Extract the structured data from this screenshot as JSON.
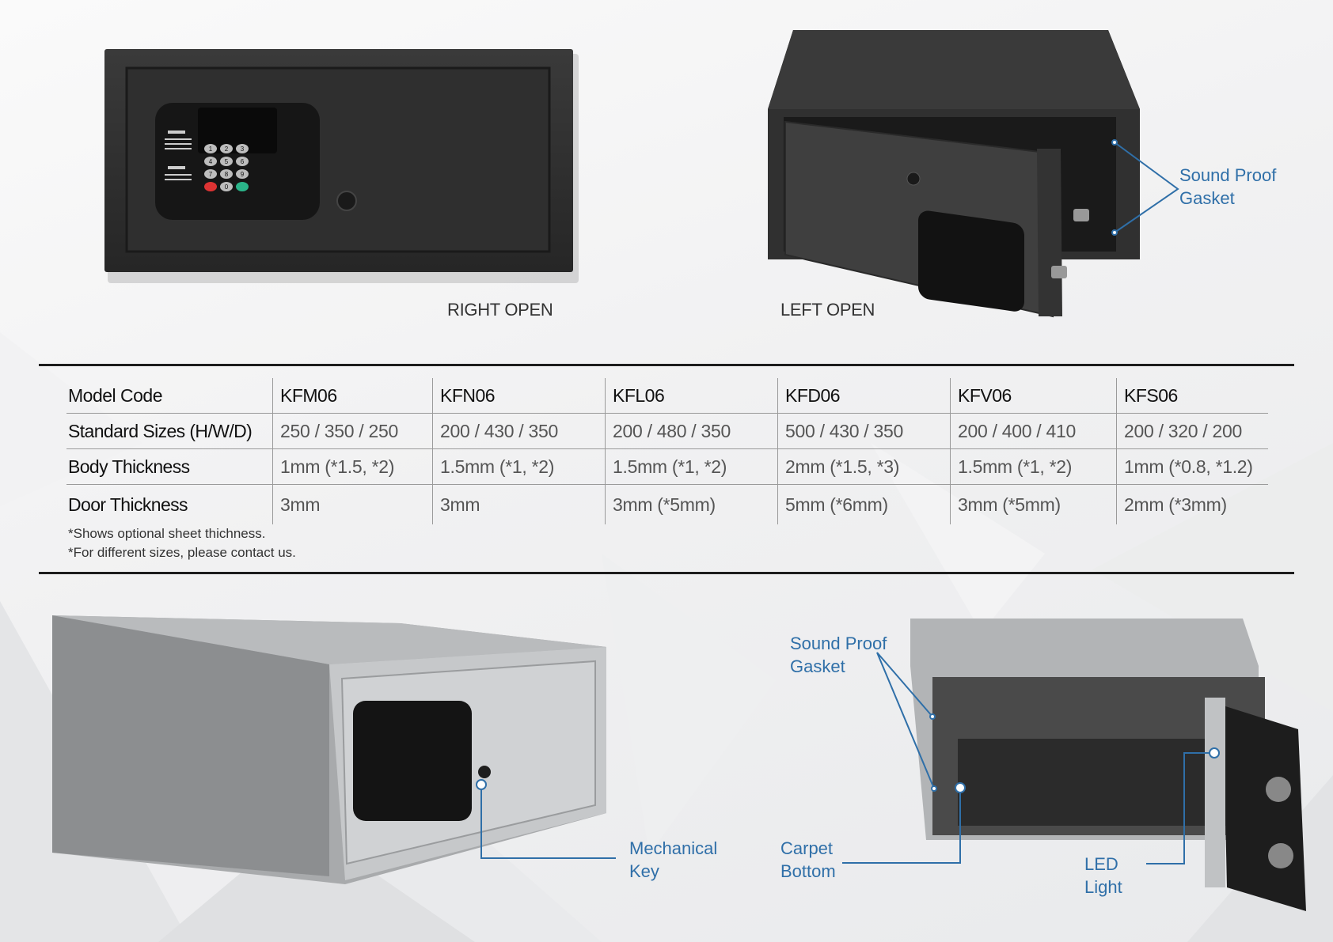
{
  "captions": {
    "right_open": "RIGHT OPEN",
    "left_open": "LEFT OPEN"
  },
  "callouts": {
    "sound_proof_top": [
      "Sound Proof",
      "Gasket"
    ],
    "sound_proof_bottom": [
      "Sound Proof",
      "Gasket"
    ],
    "mechanical_key": [
      "Mechanical",
      "Key"
    ],
    "carpet_bottom": [
      "Carpet",
      "Bottom"
    ],
    "led_light": [
      "LED",
      "Light"
    ]
  },
  "table": {
    "rows": [
      {
        "label": "Model Code",
        "cells": [
          "KFM06",
          "KFN06",
          "KFL06",
          "KFD06",
          "KFV06",
          "KFS06"
        ]
      },
      {
        "label": "Standard Sizes (H/W/D)",
        "cells": [
          "250 / 350 / 250",
          "200 / 430 / 350",
          "200 / 480 / 350",
          "500 / 430 / 350",
          "200 / 400 / 410",
          "200 / 320 / 200"
        ]
      },
      {
        "label": "Body Thickness",
        "cells": [
          "1mm (*1.5, *2)",
          "1.5mm (*1, *2)",
          "1.5mm (*1, *2)",
          "2mm (*1.5, *3)",
          "1.5mm (*1, *2)",
          "1mm (*0.8, *1.2)"
        ]
      },
      {
        "label": "Door Thickness",
        "cells": [
          "3mm",
          "3mm",
          "3mm (*5mm)",
          "5mm (*6mm)",
          "3mm (*5mm)",
          "2mm (*3mm)"
        ]
      }
    ]
  },
  "notes": [
    "*Shows optional sheet thichness.",
    "*For different sizes, please contact us."
  ],
  "keypad_keys": [
    "1",
    "2",
    "3",
    "4",
    "5",
    "6",
    "7",
    "8",
    "9",
    "",
    "0",
    ""
  ],
  "colors": {
    "accent": "#2f6fa8",
    "dark_safe": "#2b2b2b",
    "grey_safe": "#b9bbbd"
  },
  "icons": [
    "keypad-icon",
    "keyhole-icon"
  ]
}
